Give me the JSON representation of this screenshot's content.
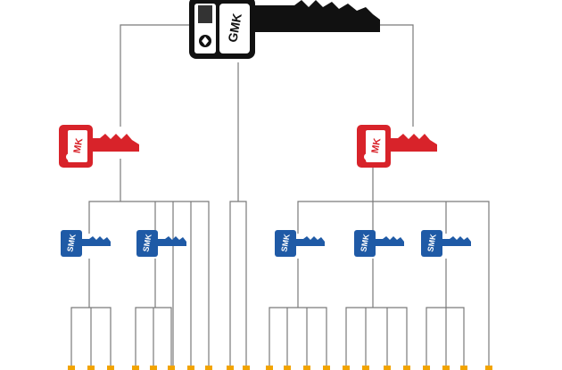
{
  "grand_master_key": {
    "label": "GMK",
    "color": "#111111"
  },
  "master_keys": [
    {
      "label": "MK",
      "color": "#d8232a"
    },
    {
      "label": "MK",
      "color": "#d8232a"
    }
  ],
  "sub_master_keys": [
    {
      "label": "SMK",
      "color": "#1f5aa6"
    },
    {
      "label": "SMK",
      "color": "#1f5aa6"
    },
    {
      "label": "SMK",
      "color": "#1f5aa6"
    },
    {
      "label": "SMK",
      "color": "#1f5aa6"
    },
    {
      "label": "SMK",
      "color": "#1f5aa6"
    }
  ],
  "lock_marker_color": "#f2a400",
  "line_color": "#7a7a7a"
}
